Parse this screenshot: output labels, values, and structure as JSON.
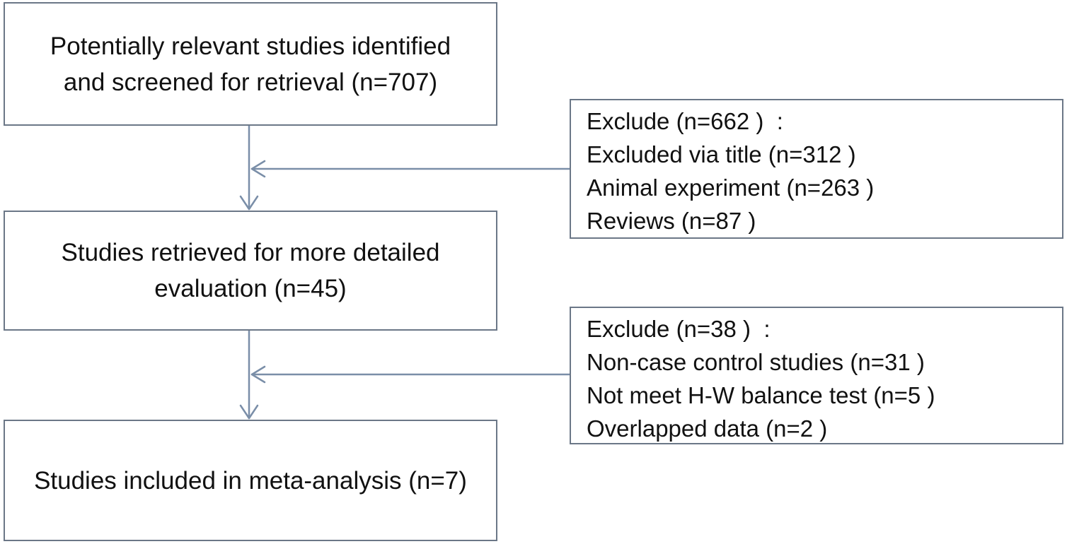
{
  "flow": {
    "identified": {
      "lines": [
        "Potentially relevant studies identified",
        "and screened for retrieval (n=707)"
      ]
    },
    "retrieved": {
      "lines": [
        "Studies retrieved for more detailed",
        "evaluation (n=45)"
      ]
    },
    "included": {
      "lines": [
        "Studies included in meta-analysis (n=7)"
      ]
    }
  },
  "exclusions": [
    {
      "lines": [
        "Exclude (n=662 )  :",
        "Excluded via title (n=312 )",
        "Animal experiment (n=263 )",
        "Reviews (n=87 )"
      ]
    },
    {
      "lines": [
        "Exclude (n=38 )  :",
        "Non-case control studies (n=31 )",
        "Not meet H-W balance test (n=5 )",
        "Overlapped data (n=2 )"
      ]
    }
  ],
  "colors": {
    "stroke": "#6b7787",
    "arrow": "#7a8ea8",
    "text": "#111111"
  }
}
